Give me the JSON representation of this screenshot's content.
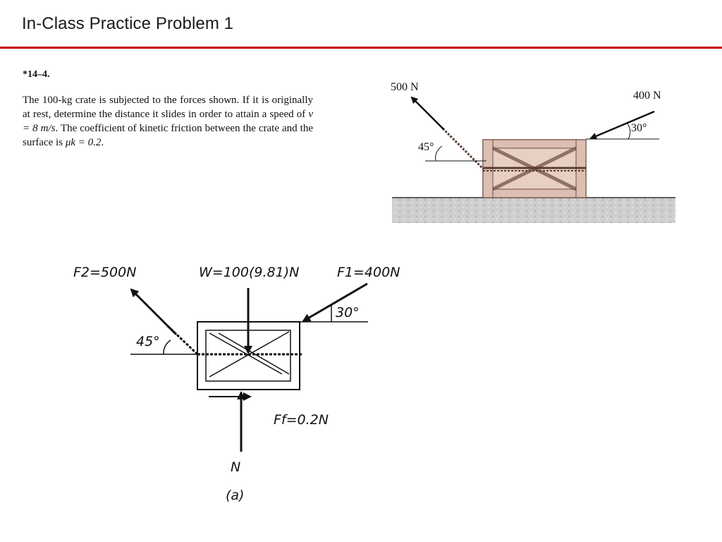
{
  "slide": {
    "title": "In-Class Practice Problem 1"
  },
  "problem": {
    "number": "*14–4.",
    "text_part1": "The 100-kg crate is subjected to the forces shown. If it is originally at rest, determine the distance it slides in order to attain a speed of ",
    "velocity_expr": "v = 8 m/s",
    "text_part2": ". The coefficient of kinetic friction between the crate and the surface is ",
    "mu_expr": "μk = 0.2",
    "text_part3": "."
  },
  "textbook_figure": {
    "force_left_label": "500 N",
    "force_right_label": "400 N",
    "angle_left_label": "45°",
    "angle_right_label": "30°"
  },
  "fbd_sketch": {
    "f2_label": "F2=500N",
    "weight_label": "W=100(9.81)N",
    "f1_label": "F1=400N",
    "angle_right_label": "30°",
    "angle_left_label": "45°",
    "friction_label": "Ff=0.2N",
    "normal_label": "N",
    "part_label": "(a)"
  },
  "colors": {
    "title_rule": "#c00000",
    "crate_fill": "#e8cfc4",
    "ground_fill": "#c9c9c9"
  }
}
